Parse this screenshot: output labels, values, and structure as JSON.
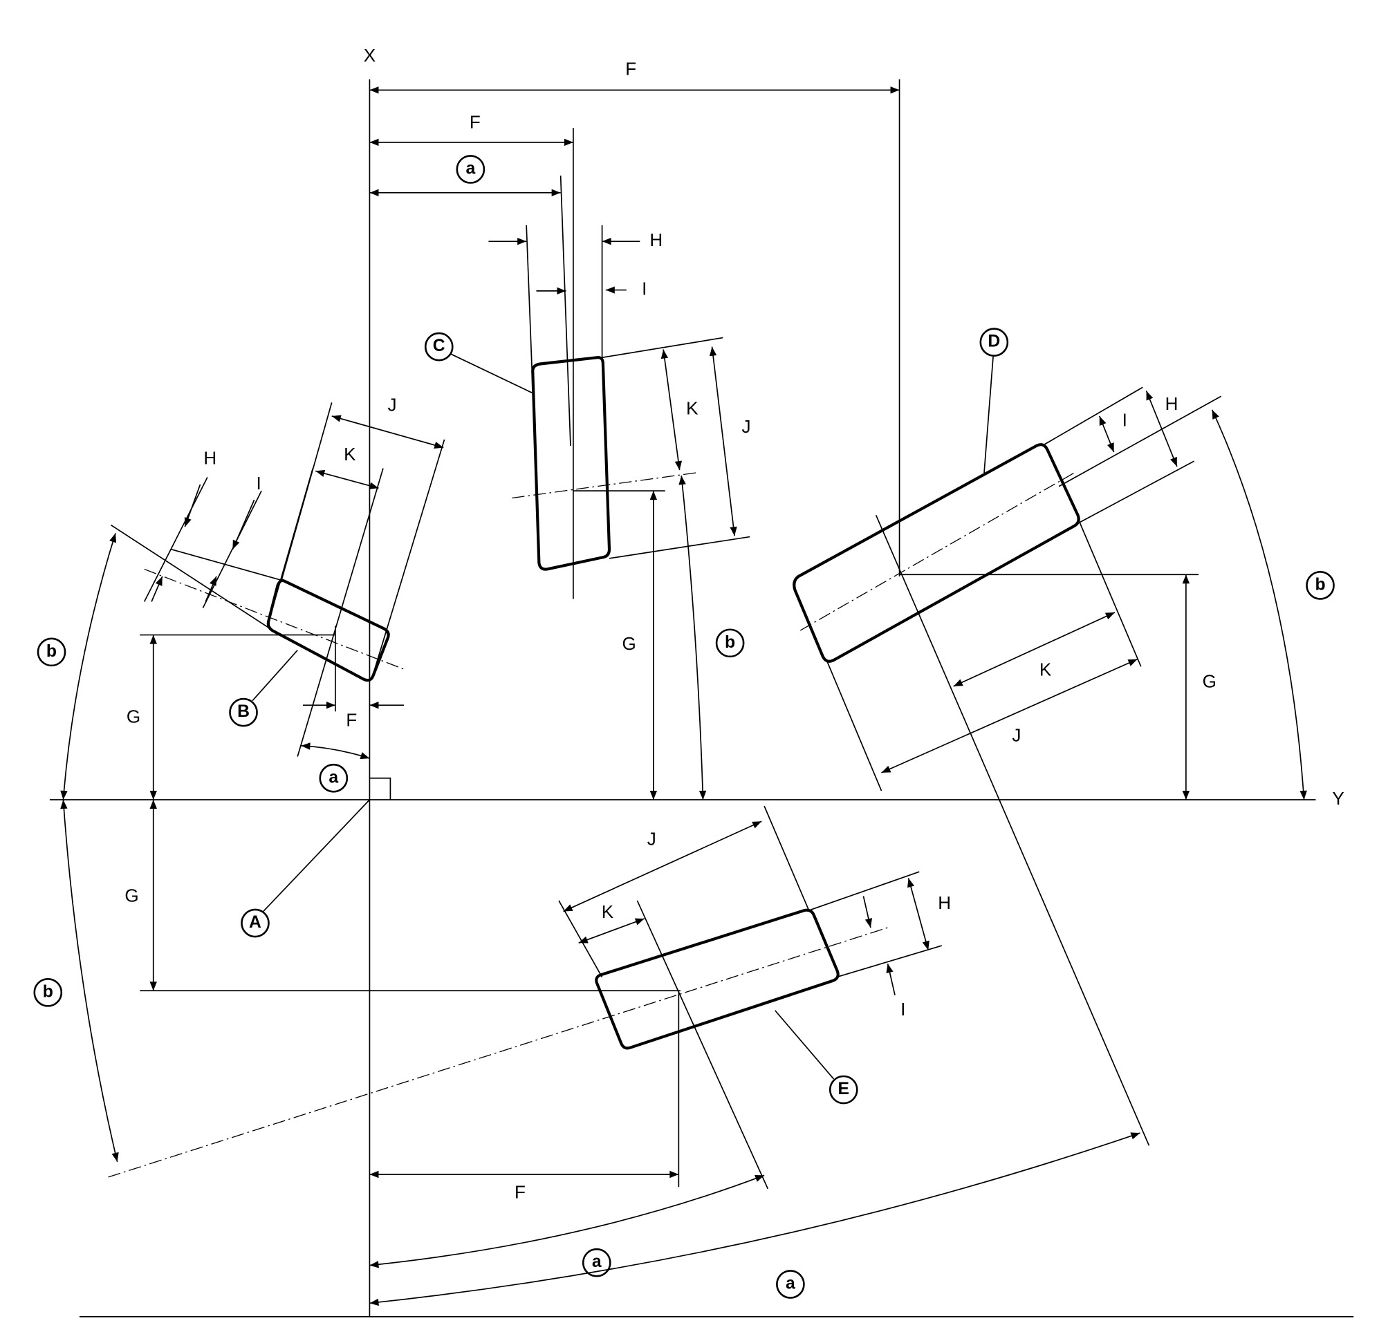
{
  "axes": {
    "x_label": "X",
    "y_label": "Y"
  },
  "points": {
    "A": "A",
    "B": "B",
    "C": "C",
    "D": "D",
    "E": "E"
  },
  "dims": {
    "F": "F",
    "G": "G",
    "H": "H",
    "I": "I",
    "J": "J",
    "K": "K",
    "a": "a",
    "b": "b"
  }
}
